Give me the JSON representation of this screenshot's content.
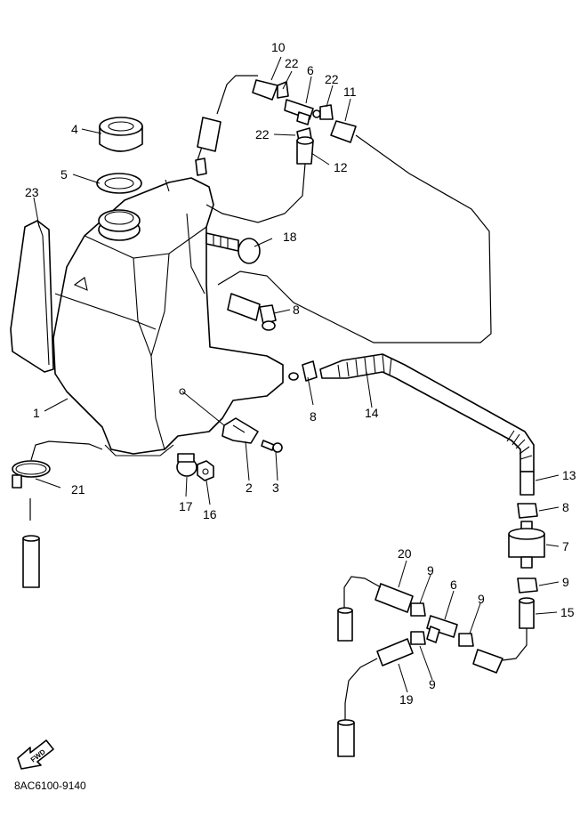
{
  "diagram_code": "8AC6100-9140",
  "fwd_label": "FWD",
  "callouts": {
    "c1": "1",
    "c2": "2",
    "c3": "3",
    "c4": "4",
    "c5": "5",
    "c6a": "6",
    "c6b": "6",
    "c7": "7",
    "c8a": "8",
    "c8b": "8",
    "c8c": "8",
    "c9a": "9",
    "c9b": "9",
    "c9c": "9",
    "c9d": "9",
    "c10": "10",
    "c11": "11",
    "c12": "12",
    "c13": "13",
    "c14": "14",
    "c15": "15",
    "c16": "16",
    "c17": "17",
    "c18": "18",
    "c19": "19",
    "c20": "20",
    "c21": "21",
    "c22a": "22",
    "c22b": "22",
    "c22c": "22",
    "c23": "23"
  }
}
